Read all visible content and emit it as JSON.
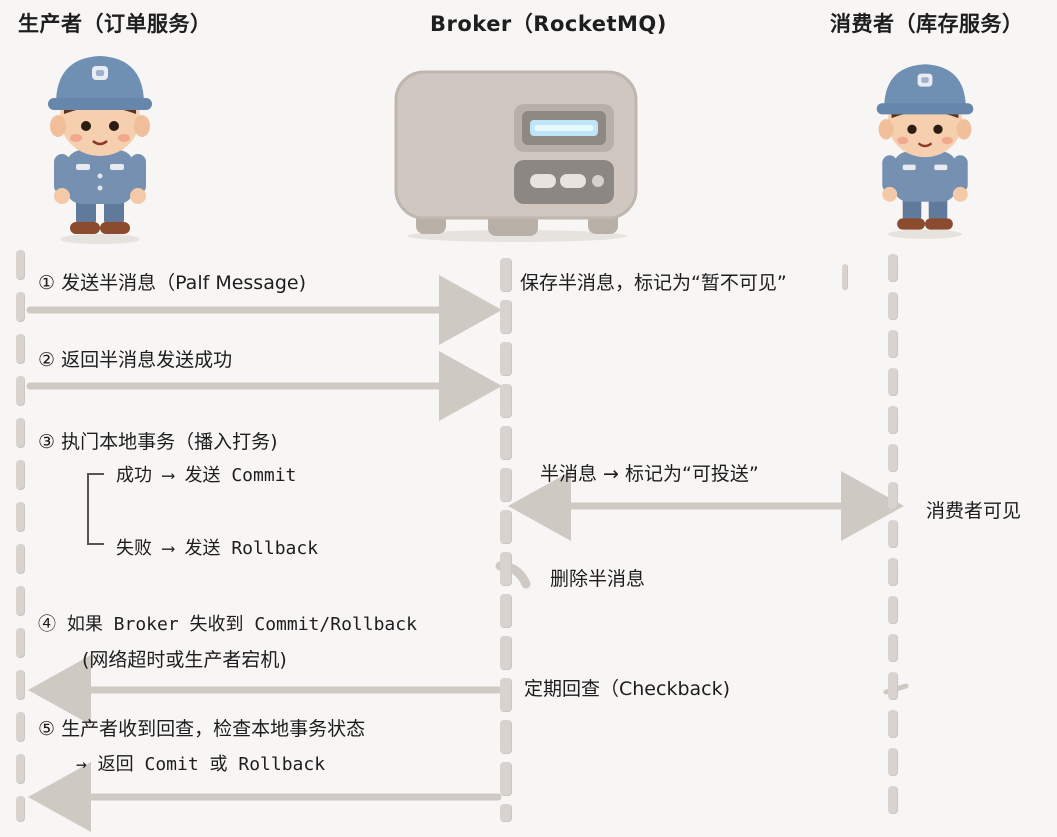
{
  "actors": {
    "producer": {
      "title": "生产者（订单服务）"
    },
    "broker": {
      "title": "Broker（RocketMQ)"
    },
    "consumer": {
      "title": "消费者（库存服务）"
    }
  },
  "steps": {
    "s1": {
      "label": "① 发送半消息（Palf Message)",
      "broker_note": "保存半消息，标记为“暂不可见”"
    },
    "s2": {
      "label": "② 返回半消息发送成功"
    },
    "s3": {
      "label": "③ 执门本地事务（播入打务)",
      "success": "成功 ⟶ 发送 Commit",
      "failure": "失败 ⟶ 发送 Rollback",
      "broker_commit_note": "半消息 → 标记为“可投送”",
      "consumer_note": "消费者可见",
      "broker_rollback_note": "删除半消息"
    },
    "s4": {
      "label": "④ 如果 Broker 失收到 Commit/Rollback",
      "sublabel": "(网络超时或生产者宕机)",
      "broker_note": "定期回查（Checkback)"
    },
    "s5": {
      "label": "⑤ 生产者收到回查，检查本地事务状态",
      "sublabel": "→ 返回 Comit 或 Rollback"
    }
  },
  "colors": {
    "lifeline": "#d8d3ce",
    "arrow": "#cfc9c3",
    "helmet": "#6f8fb3",
    "uniform": "#7590b0",
    "server": "#cfc7c0"
  }
}
